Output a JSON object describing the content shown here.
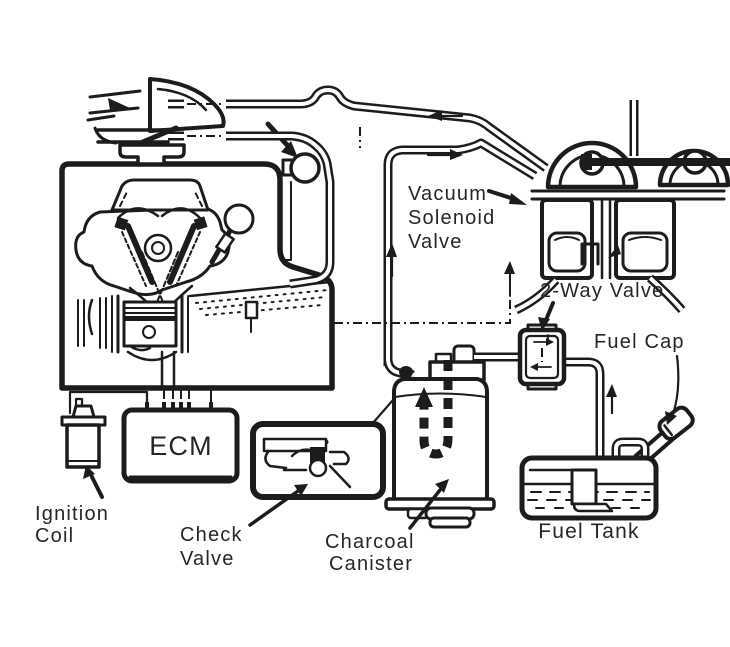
{
  "diagram": {
    "type": "vacuum-hose-emission-schematic",
    "background_color": "#ffffff",
    "line_color": "#1c1c1c",
    "labels": {
      "vsv1": "Vacuum",
      "vsv2": "Solenoid",
      "vsv3": "Valve",
      "two_way": "2-Way Valve",
      "fuel_cap": "Fuel Cap",
      "fuel_tank": "Fuel Tank",
      "charcoal1": "Charcoal",
      "charcoal2": "Canister",
      "check1": "Check",
      "check2": "Valve",
      "coil1": "Ignition",
      "coil2": "Coil",
      "ecm": "ECM"
    }
  }
}
